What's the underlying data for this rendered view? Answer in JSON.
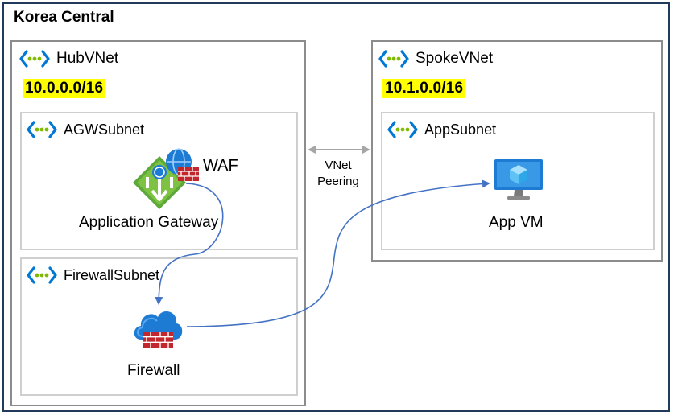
{
  "region": {
    "title": "Korea Central"
  },
  "hub": {
    "name": "HubVNet",
    "cidr": "10.0.0.0/16",
    "agw_subnet": {
      "name": "AGWSubnet",
      "waf_label": "WAF",
      "gateway_label": "Application Gateway"
    },
    "fw_subnet": {
      "name": "FirewallSubnet",
      "firewall_label": "Firewall"
    }
  },
  "spoke": {
    "name": "SpokeVNet",
    "cidr": "10.1.0.0/16",
    "app_subnet": {
      "name": "AppSubnet",
      "vm_label": "App VM"
    }
  },
  "peering": {
    "line1": "VNet",
    "line2": "Peering"
  },
  "icons": {
    "vnet": "virtual-network-icon",
    "gateway": "application-gateway-icon",
    "waf": "web-application-firewall-icon",
    "firewall": "firewall-icon",
    "vm": "virtual-machine-icon"
  },
  "colors": {
    "vnet_icon": "#0078d4",
    "cidr_highlight": "#ffff00",
    "arrow": "#4472c4",
    "peering_arrow": "#a6a6a6",
    "brick": "#c1272d"
  }
}
